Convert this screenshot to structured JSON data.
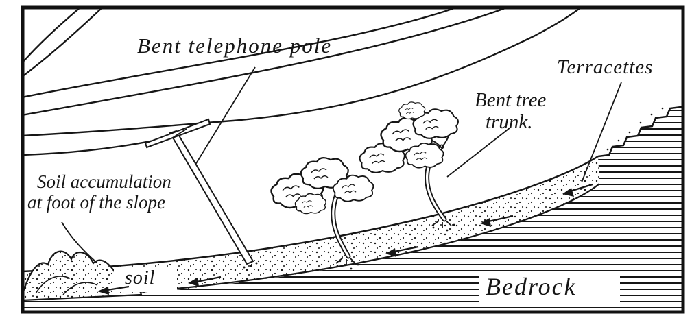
{
  "diagram": {
    "labels": {
      "bent_telephone_pole": "Bent telephone pole",
      "terracettes": "Terracettes",
      "bent_tree_trunk_line1": "Bent tree",
      "bent_tree_trunk_line2": "trunk.",
      "soil_accumulation_line1": "Soil accumulation",
      "soil_accumulation_line2": "at foot of the slope",
      "soil": "soil",
      "bedrock": "Bedrock"
    },
    "colors": {
      "ink": "#161616",
      "paper": "#ffffff"
    }
  }
}
